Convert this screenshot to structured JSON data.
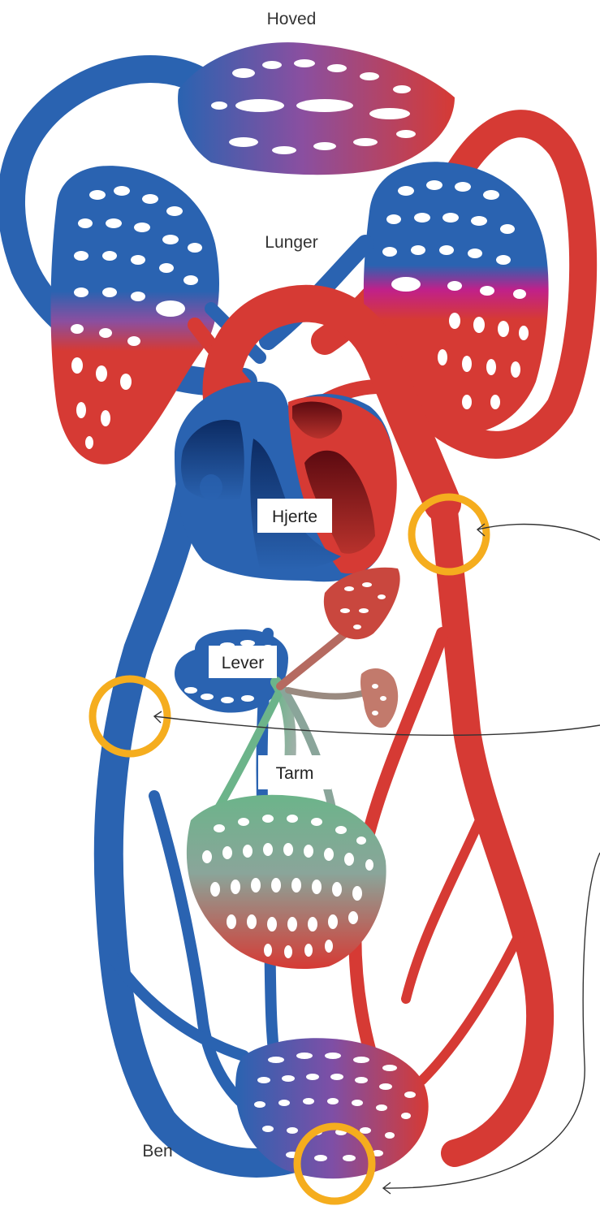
{
  "labels": {
    "head": "Hoved",
    "lungs": "Lunger",
    "heart": "Hjerte",
    "liver": "Lever",
    "intestine": "Tarm",
    "legs": "Ben"
  },
  "colors": {
    "artery": "#d63a34",
    "vein": "#2a63b1",
    "mixed": "#8a4fa0",
    "portal": "#6cb48a",
    "marker": "#f5ad1e",
    "heart_dark": "#0c2b63",
    "heart_red_dark": "#5c0a10"
  },
  "markers": {
    "count": 3,
    "locations": [
      "aorta",
      "vena-cava",
      "leg-capillaries"
    ]
  }
}
